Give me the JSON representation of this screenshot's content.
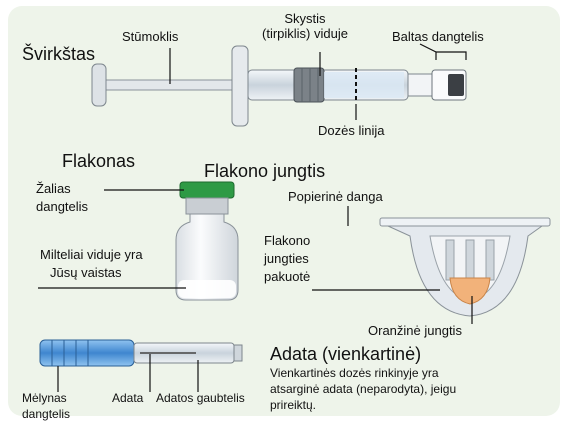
{
  "syringe": {
    "title": "Švirkštas",
    "plunger_label": "Stūmoklis",
    "liquid_label": "Skystis\n(tirpiklis) viduje",
    "cap_label": "Baltas dangtelis",
    "dose_line_label": "Dozės linija"
  },
  "vial": {
    "title": "Flakonas",
    "green_cap_label_line1": "Žalias",
    "green_cap_label_line2": "dangtelis",
    "powder_label_line1": "Milteliai viduje yra",
    "powder_label_line2": "Jūsų vaistas"
  },
  "adapter": {
    "title": "Flakono jungtis",
    "paper_cover_label": "Popierinė danga",
    "package_label_line1": "Flakono",
    "package_label_line2": "jungties",
    "package_label_line3": "pakuotė",
    "orange_adapter_label": "Oranžinė jungtis"
  },
  "needle": {
    "title": "Adata (vienkartinė)",
    "note_line1": "Vienkartinės dozės rinkinyje yra",
    "note_line2": "atsarginė adata (neparodyta), jeigu",
    "note_line3": "prireiktų.",
    "blue_cap_label_line1": "Mėlynas",
    "blue_cap_label_line2": "dangtelis",
    "needle_label": "Adata",
    "shield_label": "Adatos gaubtelis"
  },
  "colors": {
    "panel_bg": "#eef4ea",
    "green_cap": "#2e9a45",
    "blue_cap": "#4a90d9",
    "orange_adapter": "#f2b27a"
  }
}
